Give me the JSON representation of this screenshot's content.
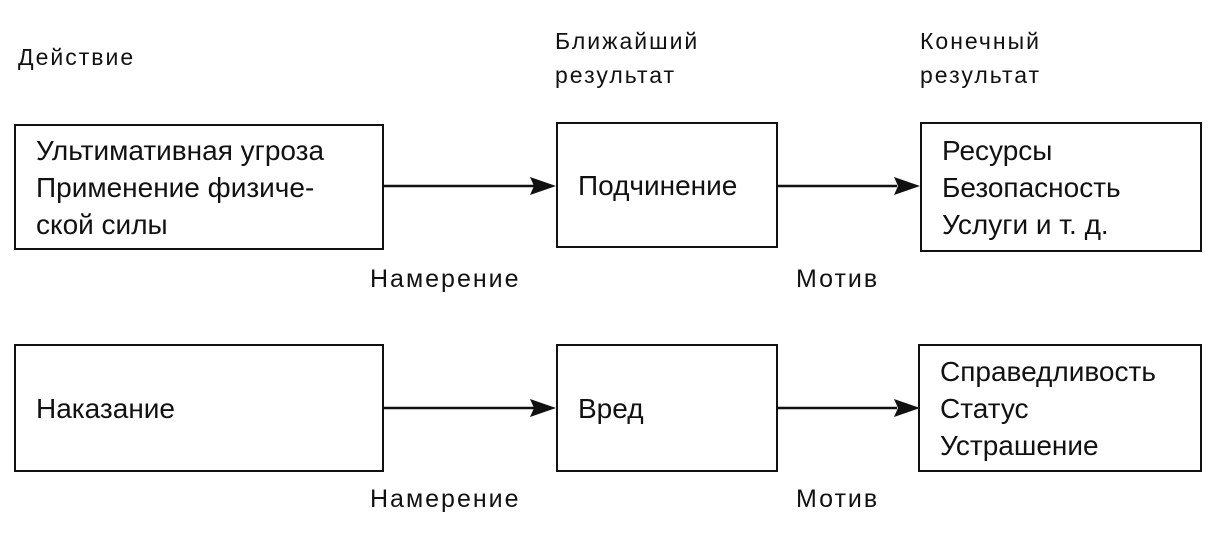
{
  "headers": {
    "action": "Действие",
    "immediate": [
      "Ближайший",
      "результат"
    ],
    "final": [
      "Конечный",
      "результат"
    ]
  },
  "rows": [
    {
      "action_lines": [
        "Ультимативная угроза",
        "Применение физиче-",
        "ской силы"
      ],
      "immediate_lines": [
        "Подчинение"
      ],
      "final_lines": [
        "Ресурсы",
        "Безопасность",
        "Услуги и т. д."
      ],
      "label_intent": "Намерение",
      "label_motive": "Мотив"
    },
    {
      "action_lines": [
        "Наказание"
      ],
      "immediate_lines": [
        "Вред"
      ],
      "final_lines": [
        "Справедливость",
        "Статус",
        "Устрашение"
      ],
      "label_intent": "Намерение",
      "label_motive": "Мотив"
    }
  ]
}
